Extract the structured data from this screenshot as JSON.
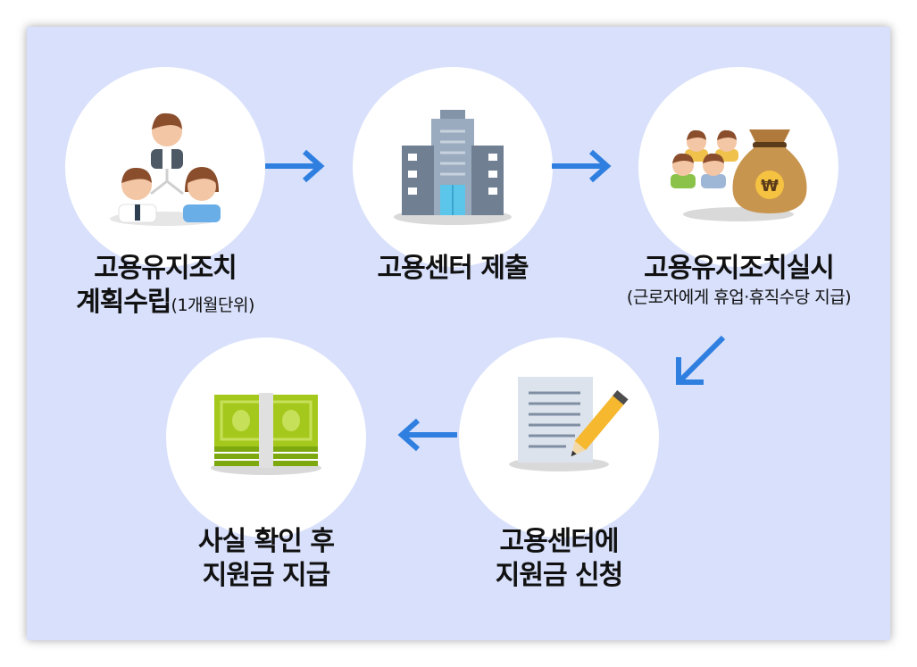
{
  "steps": [
    {
      "title_line1": "고용유지조치",
      "title_line2": "계획수립",
      "title_suffix": "(1개월단위)"
    },
    {
      "title": "고용센터 제출"
    },
    {
      "title": "고용유지조치실시",
      "subtitle": "(근로자에게 휴업·휴직수당 지급)"
    },
    {
      "title_line1": "고용센터에",
      "title_line2": "지원금 신청"
    },
    {
      "title_line1": "사실 확인 후",
      "title_line2": "지원금 지급"
    }
  ],
  "icons": [
    "team-hierarchy-icon",
    "office-building-icon",
    "won-money-bag-icon",
    "document-pencil-icon",
    "cash-bundle-icon"
  ],
  "colors": {
    "panel": "#d8e0fb",
    "arrow": "#2f7fe0"
  }
}
